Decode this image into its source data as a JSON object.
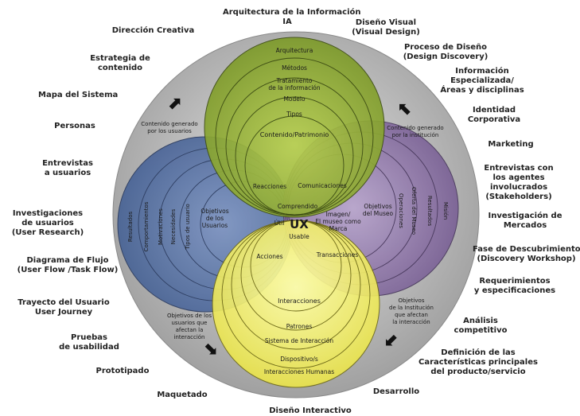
{
  "center": {
    "label": "UX",
    "sub": "Usable"
  },
  "outer_labels": [
    {
      "id": "arquitectura-ia",
      "lines": [
        "Arquitectura de la Información",
        "IA"
      ]
    },
    {
      "id": "diseno-visual",
      "lines": [
        "Diseño Visual",
        "(Visual Design)"
      ]
    },
    {
      "id": "direccion-creativa",
      "lines": [
        "Dirección Creativa"
      ]
    },
    {
      "id": "proceso-diseno",
      "lines": [
        "Proceso de Diseño",
        "(Design Discovery)"
      ]
    },
    {
      "id": "estrategia-contenido",
      "lines": [
        "Estrategia de",
        "contenido"
      ]
    },
    {
      "id": "informacion-especializada",
      "lines": [
        "Información",
        "Especializada/",
        "Áreas y disciplinas"
      ]
    },
    {
      "id": "mapa-sistema",
      "lines": [
        "Mapa del Sistema"
      ]
    },
    {
      "id": "identidad-corporativa",
      "lines": [
        "Identidad",
        "Corporativa"
      ]
    },
    {
      "id": "personas",
      "lines": [
        "Personas"
      ]
    },
    {
      "id": "marketing",
      "lines": [
        "Marketing"
      ]
    },
    {
      "id": "entrevistas-usuarios",
      "lines": [
        "Entrevistas",
        "a usuarios"
      ]
    },
    {
      "id": "entrevistas-agentes",
      "lines": [
        "Entrevistas con",
        "los agentes",
        "involucrados",
        "(Stakeholders)"
      ]
    },
    {
      "id": "investigaciones-usuarios",
      "lines": [
        "Investigaciones",
        "de usuarios",
        "(User Research)"
      ]
    },
    {
      "id": "investigacion-mercados",
      "lines": [
        "Investigación de",
        "Mercados"
      ]
    },
    {
      "id": "diagrama-flujo",
      "lines": [
        "Diagrama de Flujo",
        "(User Flow /Task Flow)"
      ]
    },
    {
      "id": "fase-descubrimiento",
      "lines": [
        "Fase de Descubrimiento",
        "(Discovery Workshop)"
      ]
    },
    {
      "id": "trayecto-usuario",
      "lines": [
        "Trayecto del Usuario",
        "User Journey"
      ]
    },
    {
      "id": "requerimientos",
      "lines": [
        "Requerimientos",
        "y especificaciones"
      ]
    },
    {
      "id": "pruebas-usabilidad",
      "lines": [
        "Pruebas",
        "de usabilidad"
      ]
    },
    {
      "id": "analisis-competitivo",
      "lines": [
        "Análisis",
        "competitivo"
      ]
    },
    {
      "id": "prototipado",
      "lines": [
        "Prototipado"
      ]
    },
    {
      "id": "definicion-caracteristicas",
      "lines": [
        "Definición de las",
        "Características principales",
        "del producto/servicio"
      ]
    },
    {
      "id": "maquetado",
      "lines": [
        "Maquetado"
      ]
    },
    {
      "id": "desarrollo",
      "lines": [
        "Desarrollo"
      ]
    },
    {
      "id": "diseno-interactivo",
      "lines": [
        "Diseño Interactivo"
      ]
    }
  ],
  "green_rings": [
    "Arquitectura",
    "Métodos",
    "Tratamiento de la información",
    "Modelo",
    "Tipos",
    "Contenido/Patrimonio"
  ],
  "blue_rings": [
    "Resultados",
    "Comportamientos",
    "Motivaciones",
    "Necesidades",
    "Tipos de usuario",
    "Objetivos de los Usuarios"
  ],
  "purple_rings": [
    "Misión",
    "Resultados",
    "Oferta del Museo",
    "Operaciones",
    "Objetivos del Museo"
  ],
  "yellow_rings": [
    "Interacciones",
    "Patrones",
    "Sistema de Interacción",
    "Dispositivo/s",
    "Interacciones Humanas"
  ],
  "overlaps": {
    "reacciones": "Reacciones",
    "comunicaciones": "Comunicaciones",
    "comprendido": "Comprendido",
    "util": "Útil",
    "imagen": "Imagen/ El museo como Marca",
    "acciones": "Acciones",
    "transacciones": "Transacciones"
  },
  "annotations": {
    "contenido_usuarios": "Contenido generado por los usuarios",
    "contenido_institucion": "Contenido generado por la institución",
    "objetivos_usuarios": "Objetivos de los usuarios que afectan la interacción",
    "objetivos_institucion": "Objetivos de la Institución que afectan la interacción"
  },
  "arrows": {
    "top_left": "⬈",
    "top_right": "⬉",
    "bottom_left": "⬊",
    "bottom_right": "⬋"
  },
  "colors": {
    "outer_circle": "#a2a2a2",
    "green": "#8aa832",
    "blue": "#5a74a8",
    "purple": "#8a70a6",
    "yellow": "#f0ec55",
    "text": "#222222"
  }
}
